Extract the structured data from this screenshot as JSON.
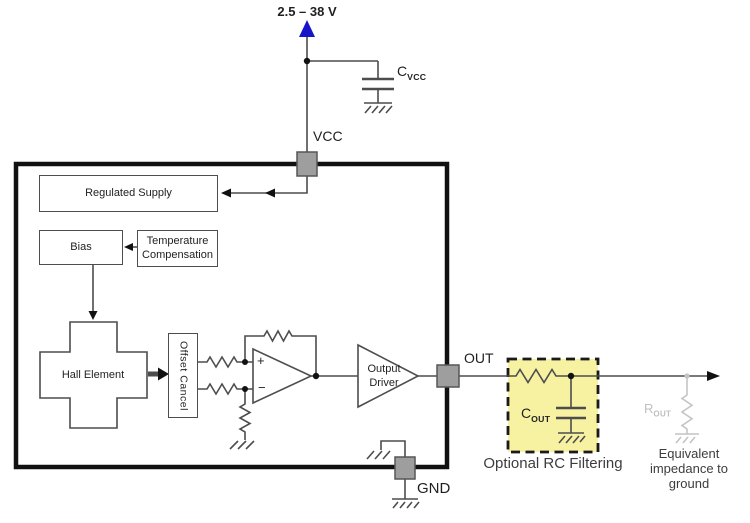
{
  "diagram": {
    "supply_voltage": "2.5 – 38 V",
    "pins": {
      "vcc": "VCC",
      "gnd": "GND",
      "out": "OUT"
    },
    "components": {
      "cvcc": {
        "symbol": "C",
        "sub": "VCC"
      },
      "cout": {
        "symbol": "C",
        "sub": "OUT"
      },
      "rout": {
        "symbol": "R",
        "sub": "OUT"
      }
    },
    "blocks": {
      "regulated_supply": "Regulated Supply",
      "bias": "Bias",
      "temperature_compensation": "Temperature Compensation",
      "hall_element": "Hall Element",
      "offset_cancel": "Offset Cancel",
      "output_driver": "Output Driver"
    },
    "opamp": {
      "plus": "+",
      "minus": "−"
    },
    "annotations": {
      "rc_filtering": "Optional RC Filtering",
      "equivalent_impedance": "Equivalent impedance to ground"
    },
    "colors": {
      "supply_arrow_blue": "#1616C8",
      "pin_gray": "#9E9E9E",
      "rc_highlight_yellow": "#F7F2A2",
      "ghost_gray": "#C4C4C4",
      "wire_gray": "#4D4D4D",
      "chip_border_black": "#111111"
    }
  }
}
